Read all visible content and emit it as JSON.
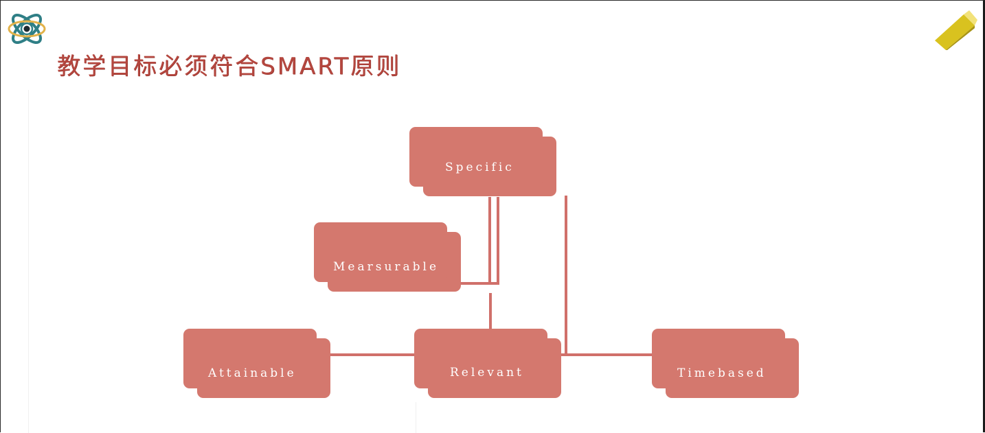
{
  "slide": {
    "title": "教学目标必须符合SMART原则",
    "logo_icon": "atom-icon",
    "corner_icon": "note-card-icon"
  },
  "diagram": {
    "nodes": {
      "specific": {
        "label": "Specific"
      },
      "measurable": {
        "label": "Mearsurable"
      },
      "attainable": {
        "label": "Attainable"
      },
      "relevant": {
        "label": "Relevant"
      },
      "timebased": {
        "label": "Timebased"
      }
    },
    "edges": [
      [
        "specific",
        "measurable"
      ],
      [
        "specific",
        "relevant"
      ],
      [
        "specific",
        "timebased"
      ],
      [
        "attainable",
        "relevant"
      ],
      [
        "relevant",
        "timebased"
      ]
    ]
  },
  "colors": {
    "node_fill": "#d4786e",
    "connector": "#d0706a",
    "title": "#b5473f",
    "logo_teal": "#2f7f86",
    "logo_gold": "#e2b24a",
    "corner_yellow": "#d9c21f"
  }
}
